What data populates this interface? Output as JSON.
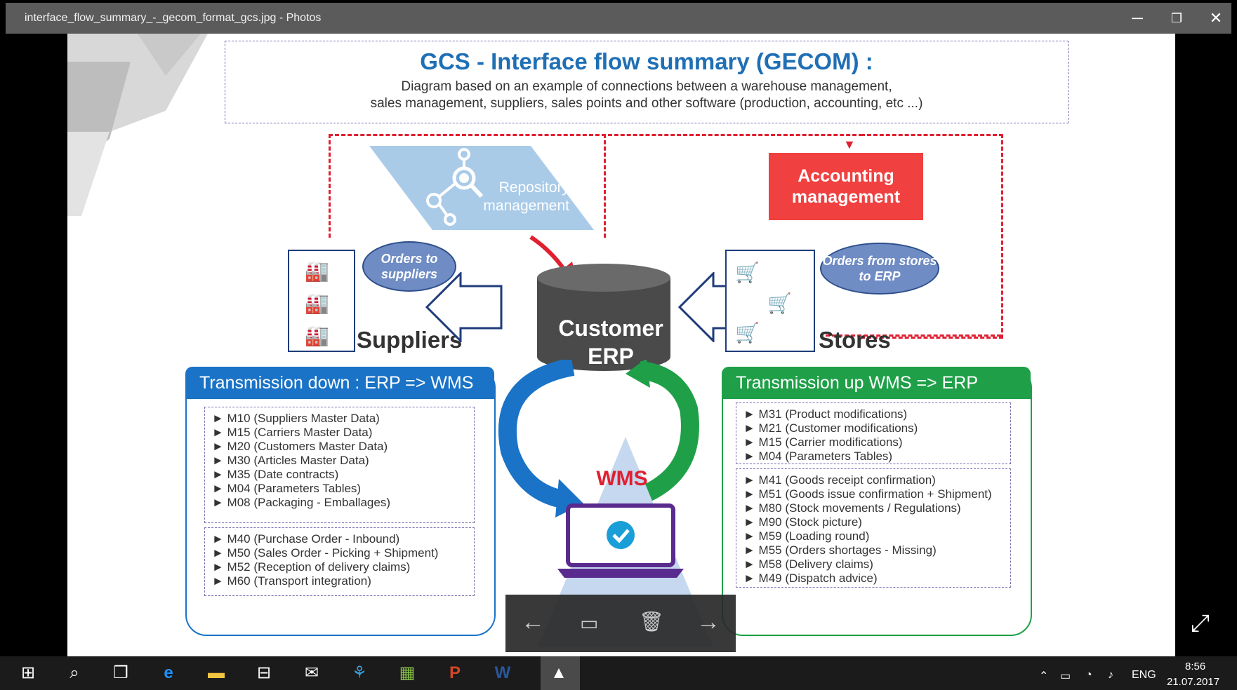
{
  "window": {
    "title": "interface_flow_summary_-_gecom_format_gcs.jpg - Photos",
    "minimize": "─",
    "restore": "❐",
    "close": "✕"
  },
  "slide": {
    "title": "GCS - Interface flow summary (GECOM) :",
    "subtitle_line1": "Diagram based on an example of connections between a warehouse management,",
    "subtitle_line2": "sales management, suppliers, sales points and other software (production, accounting, etc ...)",
    "accounting": "Accounting management",
    "repository_line1": "Repository",
    "repository_line2": "management",
    "bubble_suppliers": "Orders to suppliers",
    "bubble_stores": "Orders from stores to ERP",
    "suppliers_label": "Suppliers",
    "stores_label": "Stores",
    "erp_line1": "Customer",
    "erp_line2": "ERP",
    "wms": "WMS",
    "down": {
      "header": "Transmission down : ERP => WMS",
      "group1": [
        "► M10 (Suppliers Master Data)",
        "► M15 (Carriers Master Data)",
        "► M20 (Customers Master Data)",
        "► M30 (Articles Master Data)",
        "► M35 (Date contracts)",
        "► M04 (Parameters Tables)",
        "► M08 (Packaging - Emballages)"
      ],
      "group2": [
        "► M40 (Purchase Order - Inbound)",
        "► M50 (Sales Order - Picking + Shipment)",
        "► M52 (Reception of delivery  claims)",
        "► M60 (Transport integration)"
      ]
    },
    "up": {
      "header": "Transmission up  WMS => ERP",
      "group1": [
        "► M31 (Product modifications)",
        "► M21 (Customer modifications)",
        "► M15 (Carrier modifications)",
        "► M04 (Parameters Tables)"
      ],
      "group2": [
        "► M41 (Goods receipt confirmation)",
        "► M51 (Goods issue confirmation + Shipment)",
        "► M80 (Stock movements / Regulations)",
        "► M90 (Stock picture)",
        "► M59 (Loading round)",
        "► M55 (Orders shortages - Missing)",
        "► M58 (Delivery claims)",
        "►  M49 (Dispatch advice)"
      ]
    }
  },
  "viewer": {
    "prev": "←",
    "next": "→",
    "slideshow": "▭",
    "delete": "🗑",
    "expand": "⤢"
  },
  "taskbar": {
    "language": "ENG",
    "time": "8:56",
    "date": "21.07.2017"
  },
  "colors": {
    "down_blue": "#1a73c6",
    "up_green": "#1fa048",
    "accounting_red": "#f04040",
    "erp_gray": "#4a4a4a"
  }
}
